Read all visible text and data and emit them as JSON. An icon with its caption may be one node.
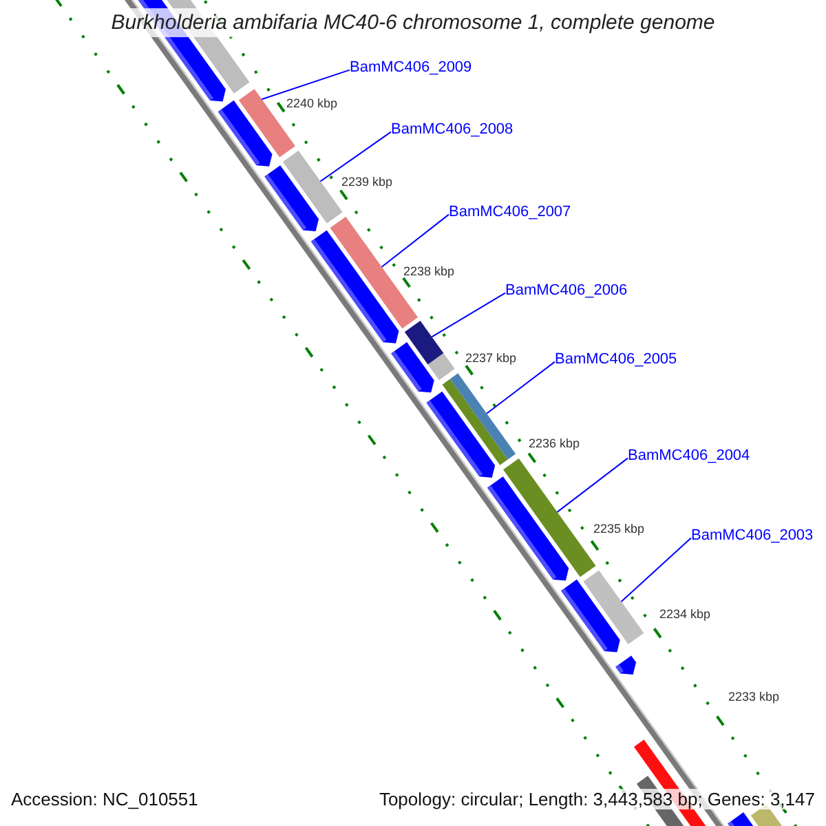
{
  "diagram": {
    "title": "Burkholderia ambifaria MC40-6 chromosome 1, complete genome",
    "nodes": [
      {
        "text": [
          "BamMC406_2009"
        ]
      },
      {
        "text": [
          "BamMC406_2008"
        ]
      },
      {
        "text": [
          "BamMC406_2007"
        ]
      },
      {
        "text": [
          "BamMC406_2006"
        ]
      },
      {
        "text": [
          "BamMC406_2005"
        ]
      },
      {
        "text": [
          "BamMC406_2004"
        ]
      },
      {
        "text": [
          "BamMC406_2003"
        ]
      },
      {
        "text": [],
        "shape": "bar"
      },
      {
        "text": [],
        "shape": "bar"
      },
      {
        "text": [],
        "shape": "bar"
      },
      {
        "text": [],
        "shape": "bar"
      },
      {
        "text": [],
        "shape": "bar"
      },
      {
        "text": [],
        "shape": "bar"
      },
      {
        "text": [],
        "shape": "bar"
      }
    ],
    "edges": [
      {
        "from": 0,
        "to": 7,
        "arrow": "none"
      },
      {
        "from": 1,
        "to": 8,
        "arrow": "none"
      },
      {
        "from": 2,
        "to": 9,
        "arrow": "none"
      },
      {
        "from": 3,
        "to": 10,
        "arrow": "none"
      },
      {
        "from": 4,
        "to": 11,
        "arrow": "none"
      },
      {
        "from": 5,
        "to": 12,
        "arrow": "none"
      },
      {
        "from": 6,
        "to": 13,
        "arrow": "none"
      }
    ],
    "labels": [
      "2240 kbp",
      "2239 kbp",
      "2238 kbp",
      "2237 kbp",
      "2236 kbp",
      "2235 kbp",
      "2234 kbp",
      "2233 kbp",
      "Accession: NC_010551",
      "Topology: circular; Length: 3,443,583 bp; Genes: 3,147"
    ]
  }
}
